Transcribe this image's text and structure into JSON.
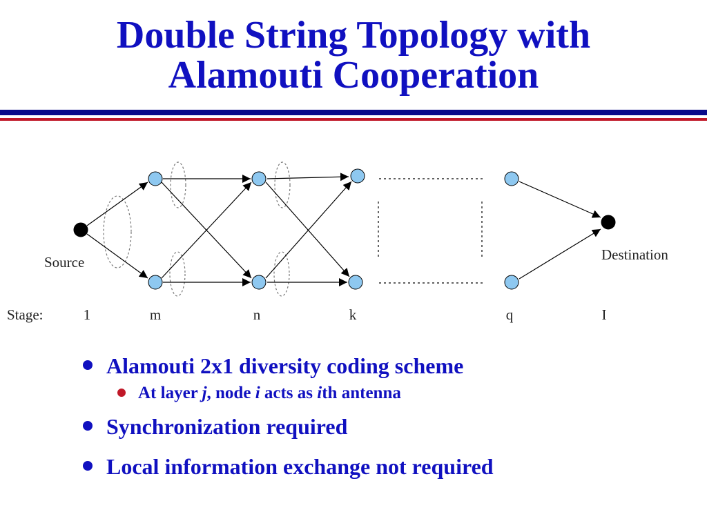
{
  "title": {
    "line1": "Double String Topology with",
    "line2": "Alamouti Cooperation"
  },
  "diagram": {
    "labels": {
      "source": "Source",
      "destination": "Destination",
      "stage": "Stage:"
    },
    "stages": [
      "1",
      "m",
      "n",
      "k",
      "q",
      "I"
    ]
  },
  "bullets": {
    "b1": "Alamouti 2x1 diversity coding scheme",
    "sub1": {
      "p1": "At layer ",
      "v1": "j",
      "p2": ", node ",
      "v2": "i",
      "p3": " acts as ",
      "v3": "i",
      "p4": "th antenna"
    },
    "b2": "Synchronization required",
    "b3": "Local information exchange not required"
  },
  "colors": {
    "title": "#1010c0",
    "node_relay": "#8ec8f0",
    "node_terminal": "#000000",
    "rule_blue": "#0a0a8a",
    "rule_red": "#c01828"
  }
}
